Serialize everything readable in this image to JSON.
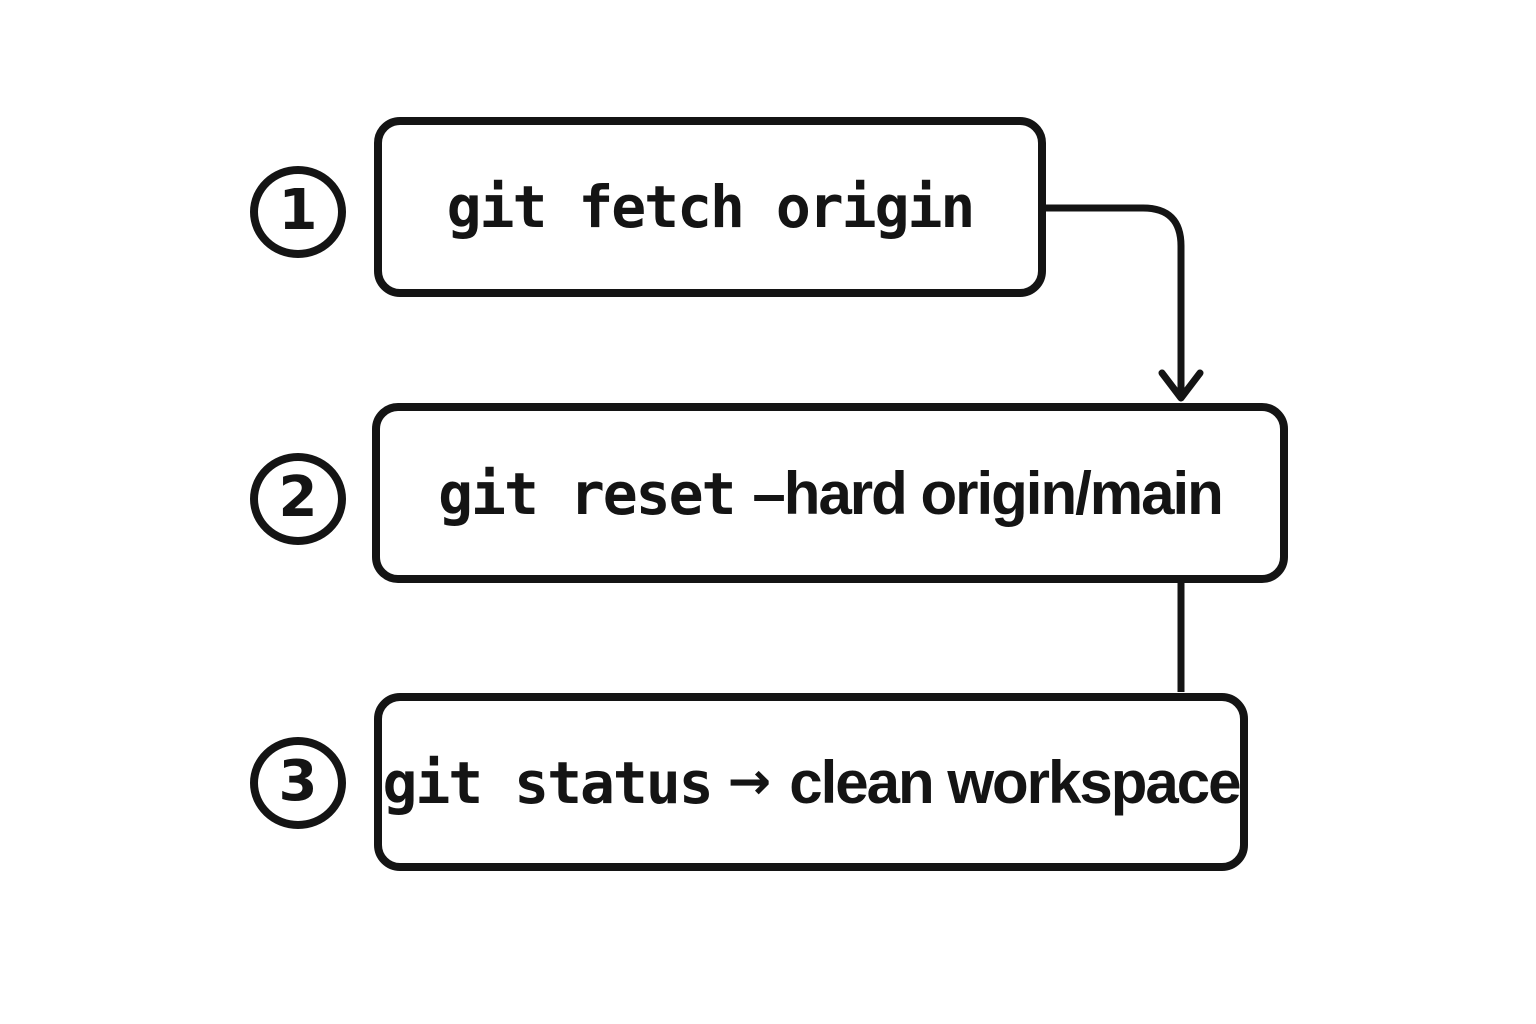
{
  "diagram": {
    "colors": {
      "ink": "#141414",
      "background": "#ffffff"
    },
    "steps": [
      {
        "number": "1",
        "command": "git fetch origin"
      },
      {
        "number": "2",
        "command": "git reset",
        "annotation": "–hard origin/main"
      },
      {
        "number": "3",
        "command": "git status",
        "arrow": "→",
        "annotation": "clean workspace"
      }
    ],
    "connectors": [
      {
        "from": "1",
        "to": "2",
        "style": "elbow-arrow"
      },
      {
        "from": "2",
        "to": "3",
        "style": "straight-line"
      }
    ]
  }
}
